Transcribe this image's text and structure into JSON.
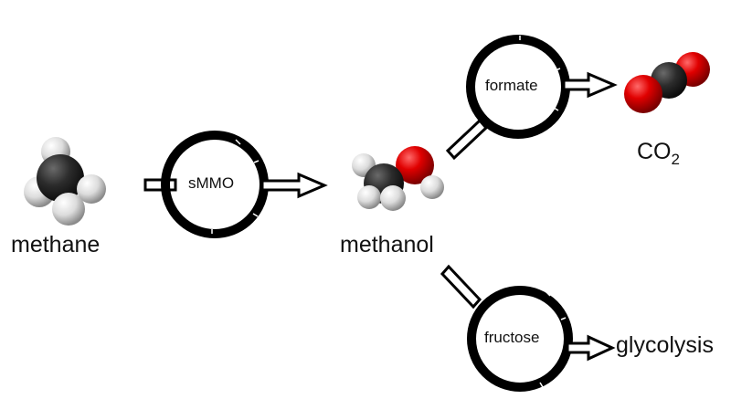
{
  "molecules": {
    "methane": {
      "label": "methane"
    },
    "methanol": {
      "label": "methanol"
    },
    "co2": {
      "label_main": "CO",
      "label_sub": "2"
    },
    "glycolysis": {
      "label": "glycolysis"
    }
  },
  "enzymes": {
    "smmo": {
      "label": "sMMO"
    },
    "formate": {
      "label": "formate"
    },
    "fructose": {
      "label": "fructose"
    }
  },
  "colors": {
    "ring": "#000000",
    "arrow_fill": "#ffffff",
    "carbon": "#2b2b2b",
    "hydrogen": "#e6e6e6",
    "oxygen": "#d10000"
  },
  "icons": [
    "methane-molecule-icon",
    "methanol-molecule-icon",
    "co2-molecule-icon"
  ]
}
